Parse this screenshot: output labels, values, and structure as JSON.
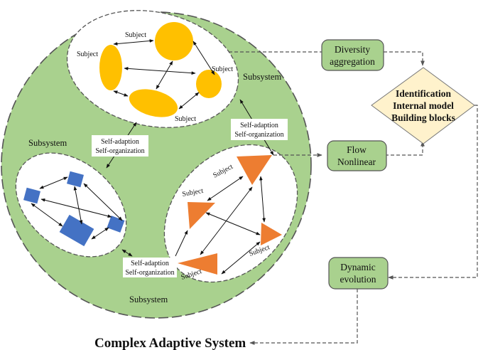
{
  "title": "Complex Adaptive System",
  "colors": {
    "outer_fill": "#a9d18e",
    "inner_fill": "#ffffff",
    "subject_yellow": "#ffc000",
    "subject_blue": "#4472c4",
    "subject_orange": "#ed7d31",
    "box_fill": "#a9d18e",
    "diamond_fill": "#fff2cc",
    "stroke": "#555555"
  },
  "subsystems": [
    {
      "label": "Subsystem",
      "shape": "ellipse",
      "color": "yellow",
      "subject_labels": [
        "Subject",
        "Subject",
        "Subject",
        "Subject"
      ]
    },
    {
      "label": "Subsystem",
      "shape": "square",
      "color": "blue"
    },
    {
      "label": "Subsystem",
      "shape": "triangle",
      "color": "orange",
      "subject_labels": [
        "Subject",
        "Subject",
        "Subject",
        "Subject"
      ]
    }
  ],
  "links": [
    {
      "line1": "Self-adaption",
      "line2": "Self-organization"
    },
    {
      "line1": "Self-adaption",
      "line2": "Self-organization"
    },
    {
      "line1": "Self-adaption",
      "line2": "Self-organization"
    }
  ],
  "boxes": {
    "diversity": {
      "line1": "Diversity",
      "line2": "aggregation"
    },
    "flow": {
      "line1": "Flow",
      "line2": "Nonlinear"
    },
    "dynamic": {
      "line1": "Dynamic",
      "line2": "evolution"
    }
  },
  "diamond": {
    "lines": [
      "Identification",
      "Internal model",
      "Building blocks"
    ]
  }
}
